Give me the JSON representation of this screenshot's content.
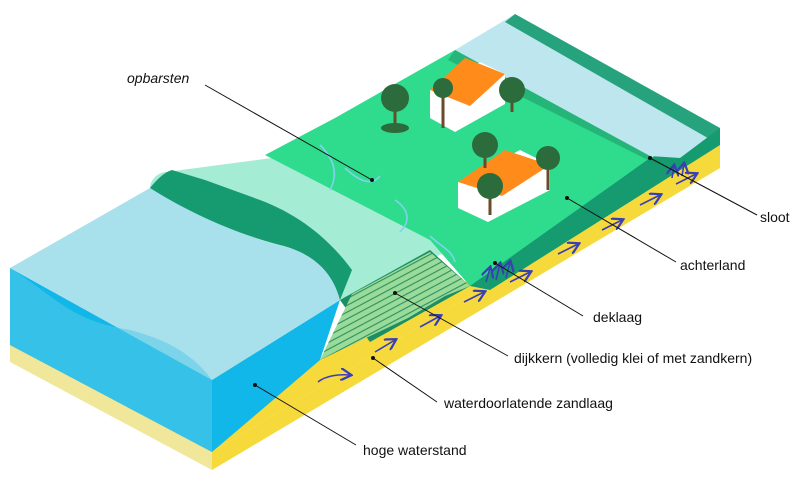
{
  "labels": {
    "opbarsten": "opbarsten",
    "sloot": "sloot",
    "achterland": "achterland",
    "deklaag": "deklaag",
    "dijkkern": "dijkkern (volledig klei of met zandkern)",
    "zandlaag": "waterdoorlatende zandlaag",
    "waterstand": "hoge waterstand"
  },
  "colors": {
    "water_top": "#a8e0ec",
    "water_front": "#11b7e8",
    "sand_top": "#f6d93b",
    "sand_front": "#f0e79a",
    "dike_light": "#a5ecd5",
    "dike_dark": "#159b6f",
    "grass": "#2fdc8e",
    "ditch": "#bde6ef",
    "clay_lines": "#2d8f5e",
    "roof": "#ff8c1a",
    "flow_arrow": "#3b3fb6"
  },
  "icons": [
    "tree-icon",
    "house-icon",
    "flow-arrow-icon"
  ]
}
